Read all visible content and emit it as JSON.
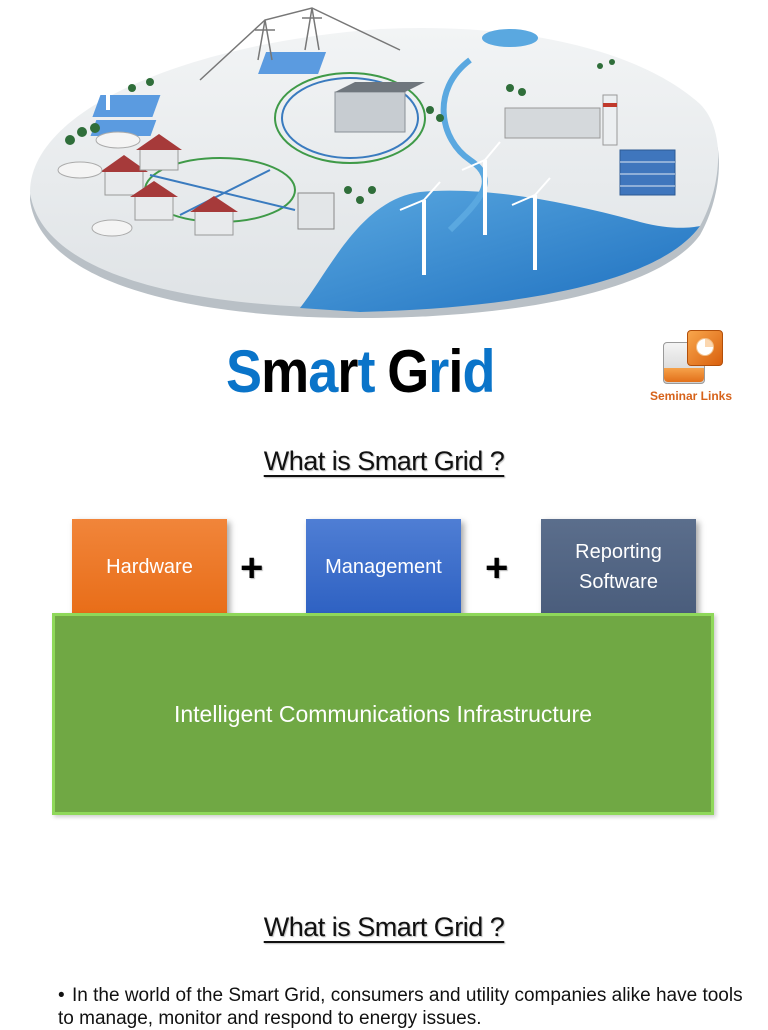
{
  "hero": {
    "image_description": "Smart grid illustration: circular landscape with wind turbines, solar panels, houses, electric cars, power lines, power plant, office building and offshore wind farm",
    "icon": "smart-grid-illustration"
  },
  "brand": {
    "title_letters": [
      {
        "ch": "S",
        "color": "blue"
      },
      {
        "ch": "m",
        "color": "black"
      },
      {
        "ch": "a",
        "color": "blue"
      },
      {
        "ch": "r",
        "color": "black"
      },
      {
        "ch": "t",
        "color": "blue"
      },
      {
        "ch": " ",
        "color": "gap"
      },
      {
        "ch": "G",
        "color": "black"
      },
      {
        "ch": "r",
        "color": "blue"
      },
      {
        "ch": "i",
        "color": "black"
      },
      {
        "ch": "d",
        "color": "blue"
      }
    ],
    "title": "Smart Grid",
    "colors": {
      "blue": "#0a74c9",
      "black": "#000000"
    }
  },
  "logo": {
    "label": "Seminar Links",
    "icon": "presentation-pie-icon",
    "color": "#d6621a"
  },
  "section1": {
    "heading": "What is Smart Grid ?",
    "boxes": [
      {
        "label": "Hardware",
        "color": "#ec7623"
      },
      {
        "label": "Management",
        "color": "#3a6ccb"
      },
      {
        "label": "Reporting Software",
        "color": "#526684"
      }
    ],
    "operators": [
      "+",
      "+"
    ],
    "base": {
      "label": "Intelligent Communications Infrastructure",
      "color": "#70a844",
      "border": "#8fd85a"
    }
  },
  "section2": {
    "heading": "What is Smart Grid ?",
    "bullets": [
      "In the world of the Smart Grid, consumers and utility companies alike have tools to manage, monitor and respond to energy issues."
    ]
  }
}
